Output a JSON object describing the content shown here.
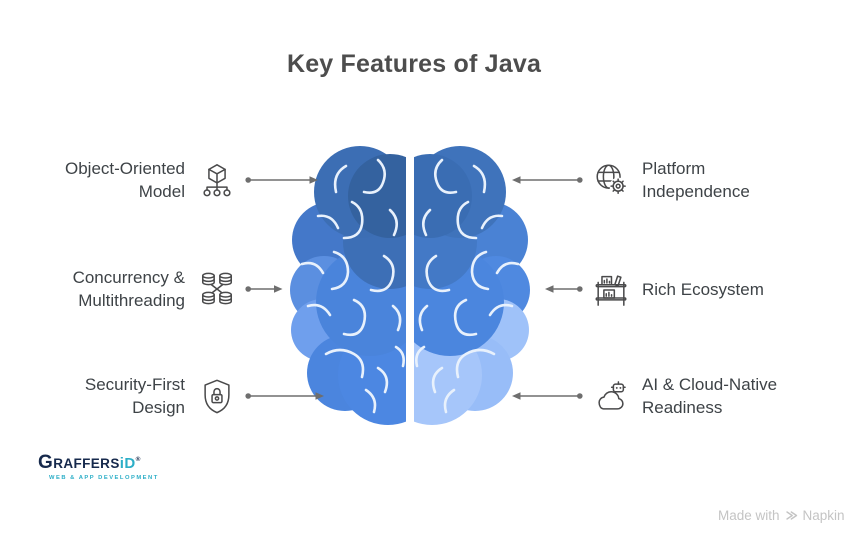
{
  "title": "Key Features of Java",
  "features": [
    {
      "id": "object-oriented-model",
      "side": "left",
      "lines": [
        "Object-Oriented",
        "Model"
      ],
      "icon": "object-model-icon"
    },
    {
      "id": "concurrency-multithreading",
      "side": "left",
      "lines": [
        "Concurrency &",
        "Multithreading"
      ],
      "icon": "database-threads-icon"
    },
    {
      "id": "security-first-design",
      "side": "left",
      "lines": [
        "Security-First",
        "Design"
      ],
      "icon": "shield-lock-icon"
    },
    {
      "id": "platform-independence",
      "side": "right",
      "lines": [
        "Platform",
        "Independence"
      ],
      "icon": "globe-gear-icon"
    },
    {
      "id": "rich-ecosystem",
      "side": "right",
      "lines": [
        "Rich Ecosystem"
      ],
      "icon": "bookshelf-icon"
    },
    {
      "id": "ai-cloud-native-readiness",
      "side": "right",
      "lines": [
        "AI & Cloud-Native",
        "Readiness"
      ],
      "icon": "cloud-robot-icon"
    }
  ],
  "logo": {
    "name_initial": "G",
    "name_rest": "RAFFERS",
    "name_accent": "iD",
    "registered_mark": "®",
    "tagline": "WEB & APP DEVELOPMENT"
  },
  "attribution": {
    "text": "Made with",
    "brand": "Napkin"
  },
  "colors": {
    "brain_dark": "#34629F",
    "brain_medium": "#4A84DB",
    "brain_light": "#A6C6FA",
    "brain_fold": "#E8F1FC",
    "arrow_gray": "#6E6E6E",
    "title_gray": "#4D4D4D",
    "label_gray": "#3E4347",
    "icon_gray": "#4A4A4B",
    "logo_navy": "#16294C",
    "logo_teal": "#2CAEC7",
    "attribution_gray": "#C4C4C4"
  }
}
